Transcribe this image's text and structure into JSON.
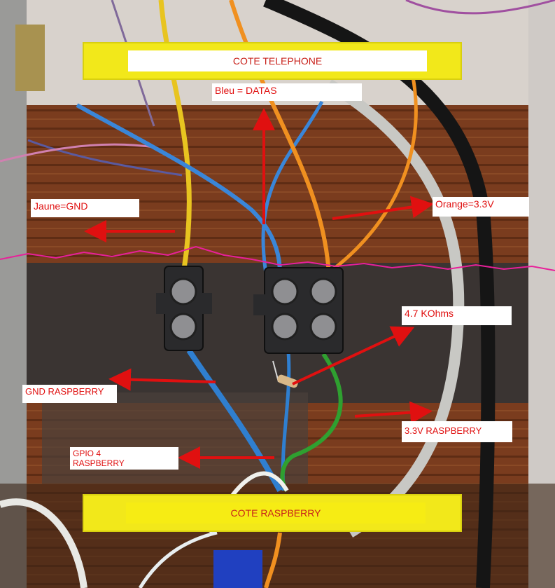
{
  "labels": {
    "cote_telephone": "COTE TELEPHONE",
    "bleu_datas": "Bleu = DATAS",
    "jaune_gnd": "Jaune=GND",
    "orange_33v": "Orange=3.3V",
    "resistor": "4.7 KOhms",
    "gnd_raspberry": "GND RASPBERRY",
    "v33_raspberry": "3.3V RASPBERRY",
    "gpio4_line1": "GPIO 4",
    "gpio4_line2": "RASPBERRY",
    "cote_raspberry": "COTE RASPBERRY"
  },
  "colors": {
    "annotation_red": "#e01010",
    "band_yellow": "#f2e81a",
    "wire_blue": "#2f7fd0",
    "wire_yellow": "#e8c420",
    "wire_orange": "#f09020",
    "wire_green": "#2fa030",
    "wood": "#7a3c1c"
  }
}
